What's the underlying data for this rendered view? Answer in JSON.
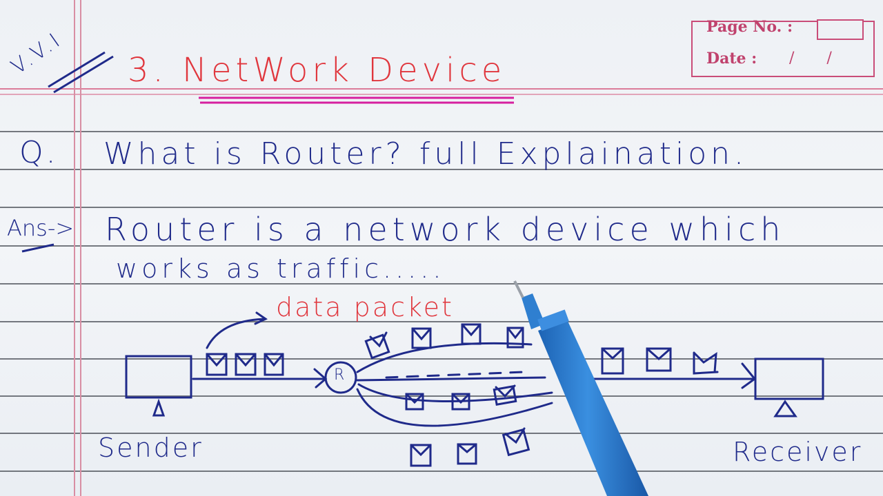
{
  "page": {
    "stamp": "V.V.I",
    "page_no_label": "Page No. :",
    "date_label": "Date :",
    "date_value": "/    /",
    "title": "3. NetWork Device",
    "question_marker": "Q.",
    "question": "What is Router? full Explaination.",
    "answer_marker": "Ans->",
    "answer_line1": "Router is a network device which",
    "answer_line2": "works as traffic.....",
    "diagram": {
      "annotation": "data packet",
      "sender_label": "Sender",
      "receiver_label": "Receiver",
      "router_label": "R"
    }
  },
  "colors": {
    "ink_blue": "#1f2a8a",
    "ink_red": "#e0363d",
    "underline_magenta": "#d61f9f",
    "rule_pink": "#d86f8f",
    "pen_blue": "#2f7fd0"
  }
}
